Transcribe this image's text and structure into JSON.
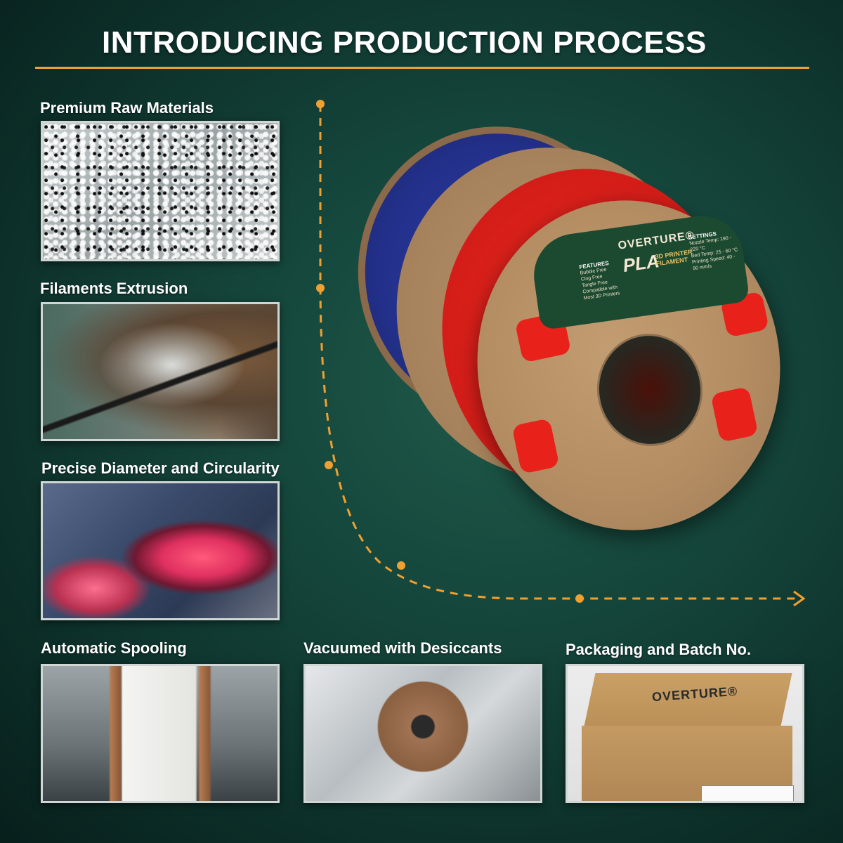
{
  "title": "INTRODUCING PRODUCTION PROCESS",
  "steps": [
    {
      "label": "Premium Raw Materials"
    },
    {
      "label": "Filaments Extrusion"
    },
    {
      "label": "Precise Diameter and Circularity"
    },
    {
      "label": "Automatic Spooling"
    },
    {
      "label": "Vacuumed with Desiccants"
    },
    {
      "label": "Packaging and Batch No."
    }
  ],
  "spool": {
    "brand": "OVERTURE®",
    "product": "PLA",
    "product_sub": "3D PRINTER FILAMENT",
    "features_heading": "FEATURES",
    "features": [
      "Bubble Free",
      "Clog Free",
      "Tangle Free",
      "Compatible with Most 3D Printers"
    ],
    "settings_heading": "SETTINGS",
    "settings": [
      "Nozzle Temp: 190 - 220 °C",
      "Bed Temp: 25 - 60 °C",
      "Printing Speed: 40 - 90 mm/s"
    ]
  },
  "box_brand": "OVERTURE®",
  "colors": {
    "accent": "#f0a030",
    "background": "#14443a",
    "blue_filament": "#23318c",
    "red_filament": "#d41d18"
  }
}
